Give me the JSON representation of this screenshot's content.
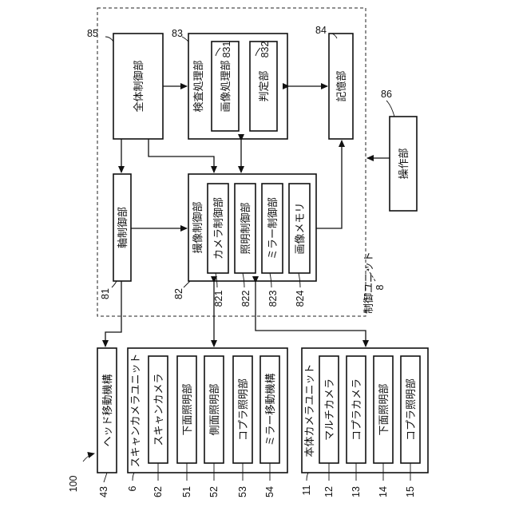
{
  "blocks": {
    "overall_control": "全体制御部",
    "inspection_processing": "検査処理部",
    "image_processing": "画像処理部",
    "judgment": "判定部",
    "storage": "記憶部",
    "operation": "操作部",
    "axis_control": "軸制御部",
    "imaging_control": "撮像制御部",
    "camera_control": "カメラ制御部",
    "lighting_control": "照明制御部",
    "mirror_control": "ミラー制御部",
    "image_memory": "画像メモリ",
    "control_unit": "制御ユニット",
    "head_moving": "ヘッド移動機構",
    "scan_camera_unit": "スキャンカメラユニット",
    "scan_camera": "スキャンカメラ",
    "lower_lighting": "下面照明部",
    "side_lighting": "側面照明部",
    "coplanar_lighting": "コプラ照明部",
    "mirror_moving": "ミラー移動機構",
    "body_camera_unit": "本体カメラユニット",
    "multi_camera": "マルチカメラ",
    "coplanar_camera": "コプラカメラ",
    "body_lower_lighting": "下面照明部",
    "body_coplanar_lighting": "コプラ照明部"
  },
  "refs": {
    "r85": "85",
    "r83": "83",
    "r831": "831",
    "r832": "832",
    "r84": "84",
    "r86": "86",
    "r81": "81",
    "r82": "82",
    "r821": "821",
    "r822": "822",
    "r823": "823",
    "r824": "824",
    "r8": "8",
    "r100": "100",
    "r43": "43",
    "r6": "6",
    "r62": "62",
    "r51": "51",
    "r52": "52",
    "r53": "53",
    "r54": "54",
    "r11": "11",
    "r12": "12",
    "r13": "13",
    "r14": "14",
    "r15": "15"
  }
}
